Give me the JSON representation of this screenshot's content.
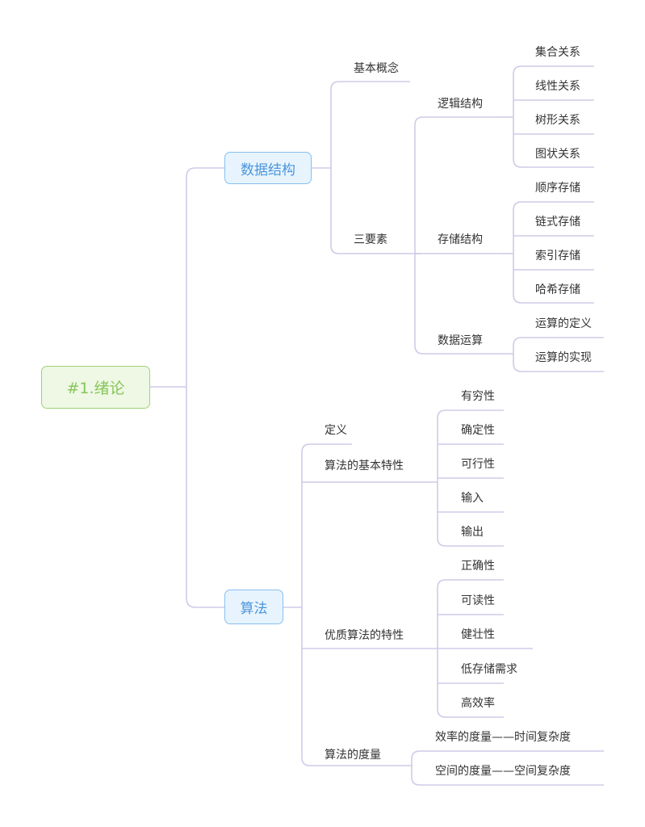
{
  "root": "#1.绪论",
  "branches": [
    {
      "label": "数据结构",
      "children": [
        {
          "label": "基本概念"
        },
        {
          "label": "三要素",
          "children": [
            {
              "label": "逻辑结构",
              "children": [
                "集合关系",
                "线性关系",
                "树形关系",
                "图状关系"
              ]
            },
            {
              "label": "存储结构",
              "children": [
                "顺序存储",
                "链式存储",
                "索引存储",
                "哈希存储"
              ]
            },
            {
              "label": "数据运算",
              "children": [
                "运算的定义",
                "运算的实现"
              ]
            }
          ]
        }
      ]
    },
    {
      "label": "算法",
      "children": [
        {
          "label": "定义"
        },
        {
          "label": "算法的基本特性",
          "children": [
            "有穷性",
            "确定性",
            "可行性",
            "输入",
            "输出"
          ]
        },
        {
          "label": "优质算法的特性",
          "children": [
            "正确性",
            "可读性",
            "健壮性",
            "低存储需求",
            "高效率"
          ]
        },
        {
          "label": "算法的度量",
          "children": [
            "效率的度量——时间复杂度",
            "空间的度量——空间复杂度"
          ]
        }
      ]
    }
  ],
  "colors": {
    "line": "#cfcbe8",
    "root_text": "#87c55a",
    "root_border": "#9fd37a",
    "mid_text": "#4a95dc",
    "mid_border": "#86bff0"
  }
}
